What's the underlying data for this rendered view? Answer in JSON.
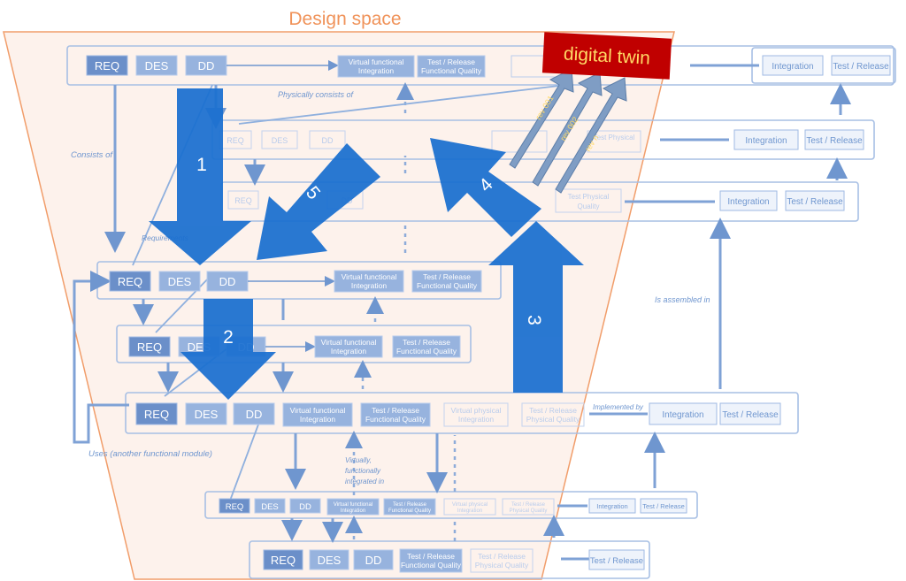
{
  "title": "Design space",
  "digital_twin": "digital twin",
  "rev_labels": [
    "rev 001",
    "rev 002",
    "rev n"
  ],
  "step_numbers": [
    "1",
    "2",
    "3",
    "4",
    "5"
  ],
  "box_labels": {
    "req": "REQ",
    "des": "DES",
    "dd": "DD",
    "vf_line1": "Virtual functional",
    "vf_line2": "Integration",
    "tr_line1": "Test / Release",
    "tr_line2": "Functional Quality",
    "tr_phys": "Physical Quality",
    "vp_line1": "Virtual physical",
    "vp_line2": "Integration",
    "integration": "Integration",
    "test_release": "Test / Release",
    "test_physical": "Test Physical",
    "quality": "Quality"
  },
  "relations": {
    "physically_consists_of": "Physically consists of",
    "consists_of": "Consists of",
    "requires": "Requirements",
    "is_assembled_in": "Is assembled in",
    "implemented_by": "Implemented by",
    "uses": "Uses (another functional module)",
    "virtually": "Virtually,",
    "functionally": "functionally",
    "integrated_in": "integrated in"
  },
  "colors": {
    "title": "#f0935a",
    "trapezoid_fill": "#fdf1ea",
    "trapezoid_stroke": "#f0935a",
    "big_arrow": "#1a6fd0",
    "rev_arrow": "#7f9dc4",
    "twin_bg": "#c00000",
    "twin_text": "#ffd966",
    "box_dark": "#6b8fc9",
    "box_mid": "#97b3de",
    "box_light": "#c9d8ef",
    "line": "#6f96cf",
    "faint": "#b6c8e6"
  }
}
